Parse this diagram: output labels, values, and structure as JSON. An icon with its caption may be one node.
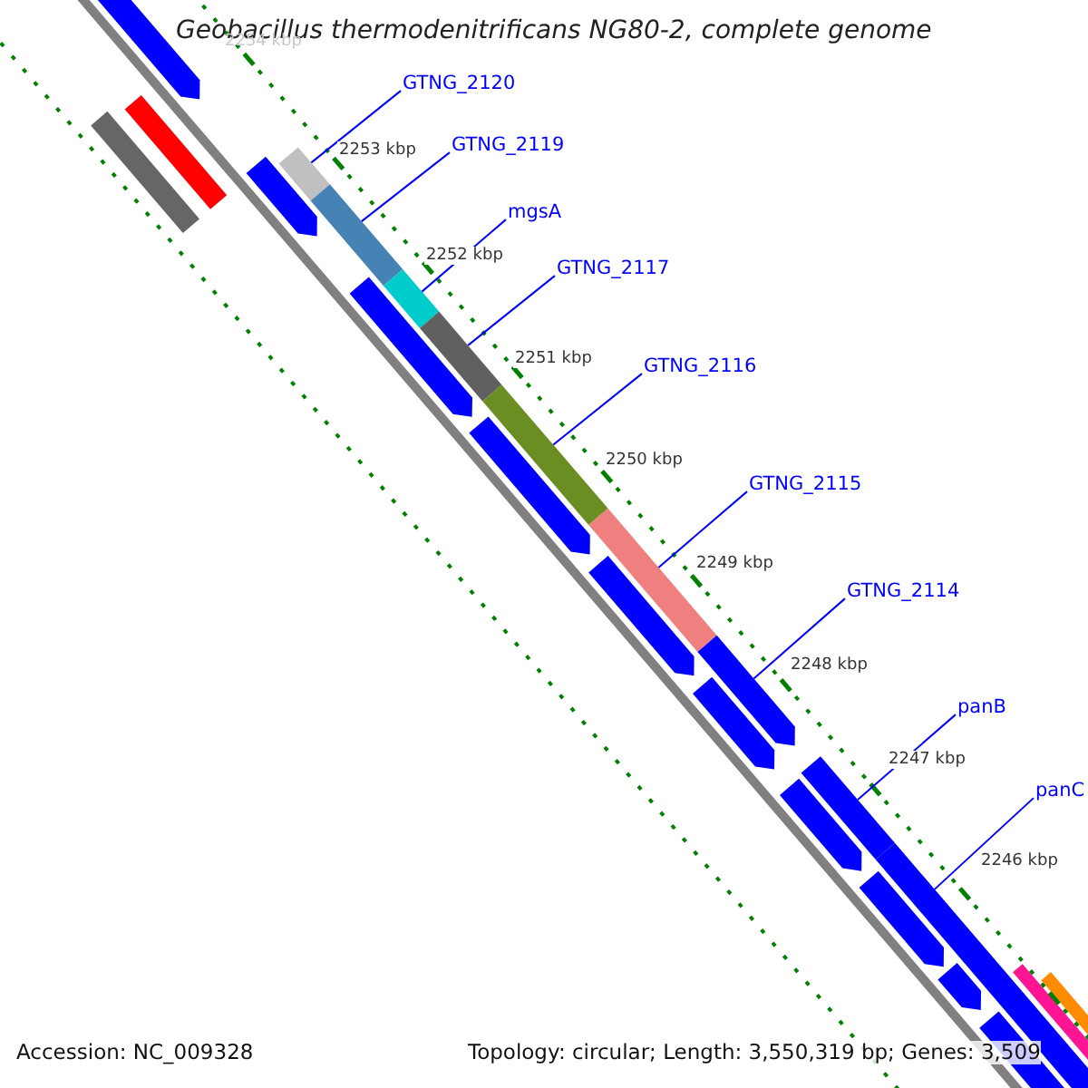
{
  "diagram": {
    "title": "Geobacillus thermodenitrificans NG80-2, complete genome",
    "nodes": [
      {
        "text": [
          "GTNG_2120"
        ]
      },
      {
        "text": [
          "GTNG_2119"
        ]
      },
      {
        "text": [
          "mgsA"
        ]
      },
      {
        "text": [
          "GTNG_2117"
        ]
      },
      {
        "text": [
          "GTNG_2116"
        ]
      },
      {
        "text": [
          "GTNG_2115"
        ]
      },
      {
        "text": [
          "GTNG_2114"
        ]
      },
      {
        "text": [
          "panB"
        ]
      },
      {
        "text": [
          "panC"
        ]
      },
      {
        "text": [],
        "shape": "bar"
      },
      {
        "text": [],
        "shape": "bar"
      },
      {
        "text": [],
        "shape": "bar"
      },
      {
        "text": [],
        "shape": "bar"
      },
      {
        "text": [],
        "shape": "bar"
      },
      {
        "text": [],
        "shape": "bar"
      },
      {
        "text": [],
        "shape": "bar"
      },
      {
        "text": [],
        "shape": "bar"
      },
      {
        "text": [],
        "shape": "bar"
      }
    ],
    "edges": [
      {
        "from": 0,
        "to": 9,
        "arrow": "none"
      },
      {
        "from": 1,
        "to": 10,
        "arrow": "none"
      },
      {
        "from": 2,
        "to": 11,
        "arrow": "none"
      },
      {
        "from": 3,
        "to": 12,
        "arrow": "none"
      },
      {
        "from": 4,
        "to": 13,
        "arrow": "none"
      },
      {
        "from": 5,
        "to": 14,
        "arrow": "none"
      },
      {
        "from": 6,
        "to": 15,
        "arrow": "none"
      },
      {
        "from": 7,
        "to": 16,
        "arrow": "none"
      },
      {
        "from": 8,
        "to": 17,
        "arrow": "none"
      }
    ],
    "labels": [
      "2254 kbp",
      "2253 kbp",
      "2252 kbp",
      "2251 kbp",
      "2250 kbp",
      "2249 kbp",
      "2248 kbp",
      "2247 kbp",
      "2246 kbp",
      "Accession: NC_009328",
      "Topology: circular; Length: 3,550,319 bp; Genes: 3,509"
    ]
  }
}
